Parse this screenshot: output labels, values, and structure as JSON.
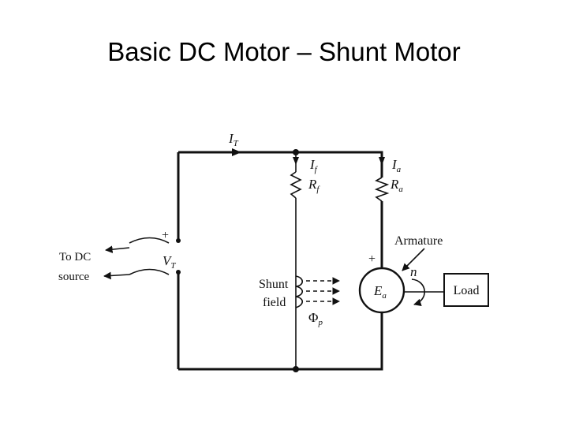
{
  "title": "Basic DC Motor – Shunt Motor",
  "diagram": {
    "source_label_line1": "To DC",
    "source_label_line2": "source",
    "plus_sign_source": "+",
    "terminal_voltage": {
      "symbol": "V",
      "subscript": "T"
    },
    "line_current": {
      "symbol": "I",
      "subscript": "T"
    },
    "field_current": {
      "symbol": "I",
      "subscript": "f"
    },
    "field_resistance": {
      "symbol": "R",
      "subscript": "f"
    },
    "armature_current": {
      "symbol": "I",
      "subscript": "a"
    },
    "armature_resistance": {
      "symbol": "R",
      "subscript": "a"
    },
    "shunt_field_line1": "Shunt",
    "shunt_field_line2": "field",
    "flux": {
      "symbol": "Φ",
      "subscript": "p"
    },
    "armature_label": "Armature",
    "plus_sign_armature": "+",
    "back_emf": {
      "symbol": "E",
      "subscript": "a"
    },
    "speed": "n",
    "load_label": "Load"
  }
}
